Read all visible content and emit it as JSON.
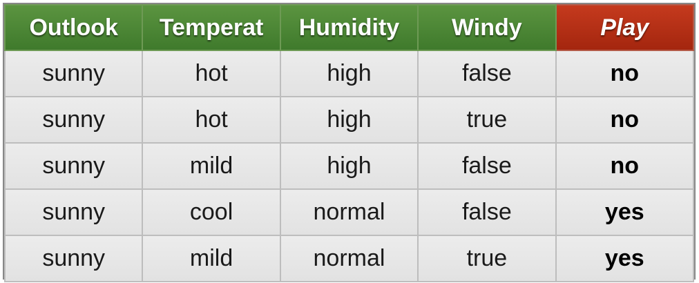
{
  "table": {
    "headers": [
      "Outlook",
      "Temperat",
      "Humidity",
      "Windy",
      "Play"
    ],
    "rows": [
      [
        "sunny",
        "hot",
        "high",
        "false",
        "no"
      ],
      [
        "sunny",
        "hot",
        "high",
        "true",
        "no"
      ],
      [
        "sunny",
        "mild",
        "high",
        "false",
        "no"
      ],
      [
        "sunny",
        "cool",
        "normal",
        "false",
        "yes"
      ],
      [
        "sunny",
        "mild",
        "normal",
        "true",
        "yes"
      ]
    ]
  },
  "colors": {
    "header_green": "#4a8a36",
    "header_red": "#b5301a",
    "cell_bg": "#e6e6e6",
    "border": "#bdbdbd"
  }
}
